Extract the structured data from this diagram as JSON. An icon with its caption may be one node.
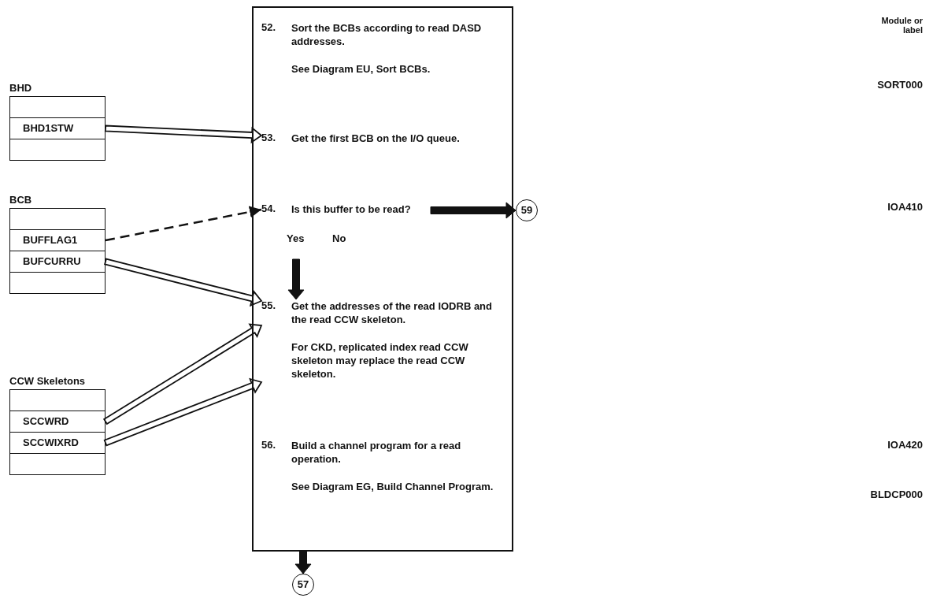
{
  "diagram": {
    "nodes": [
      {
        "text": [
          "BHD"
        ]
      },
      {
        "text": [],
        "shape": "box",
        "in": 0
      },
      {
        "text": [
          "BHD1STW"
        ],
        "in": 0
      },
      {
        "text": [],
        "shape": "box",
        "in": 0
      },
      {
        "text": [
          "BCB"
        ]
      },
      {
        "text": [],
        "shape": "box",
        "in": 4
      },
      {
        "text": [
          "BUFFLAG1"
        ],
        "in": 4
      },
      {
        "text": [
          "BUFCURRU"
        ],
        "in": 4
      },
      {
        "text": [],
        "shape": "box",
        "in": 4
      },
      {
        "text": [
          "CCW Skeletons"
        ]
      },
      {
        "text": [],
        "shape": "box",
        "in": 9
      },
      {
        "text": [
          "SCCWRD"
        ],
        "in": 9
      },
      {
        "text": [
          "SCCWIXRD"
        ],
        "in": 9
      },
      {
        "text": [],
        "shape": "box",
        "in": 9
      },
      {
        "text": [],
        "shape": "box"
      },
      {
        "text": [
          "52.",
          "Sort the BCBs according to read DASD addresses.",
          "See Diagram EU, Sort BCBs."
        ],
        "in": 14
      },
      {
        "text": [
          "53.",
          "Get the first BCB on the I/O queue."
        ],
        "in": 14
      },
      {
        "text": [
          "54.",
          "Is this buffer to be read?"
        ],
        "in": 14
      },
      {
        "text": [
          "55.",
          "Get the addresses of the read IODRB and the read CCW skeleton.",
          "For CKD, replicated index read CCW skeleton may replace the read CCW skeleton."
        ],
        "in": 14
      },
      {
        "text": [
          "56.",
          "Build a channel program for a read operation.",
          "See Diagram EG, Build Channel Program."
        ],
        "in": 14
      },
      {
        "text": [
          "59"
        ]
      },
      {
        "text": [
          "57"
        ]
      }
    ],
    "edges": [
      {
        "from": 2,
        "to": 16,
        "arrow": "to"
      },
      {
        "from": 6,
        "to": 17,
        "arrow": "to",
        "style": "dashed"
      },
      {
        "from": 7,
        "to": 18,
        "arrow": "to"
      },
      {
        "from": 11,
        "to": 18,
        "arrow": "to"
      },
      {
        "from": 12,
        "to": 18,
        "arrow": "to"
      },
      {
        "from": 17,
        "to": 18,
        "arrow": "to",
        "style": "thick"
      },
      {
        "from": 17,
        "to": 20,
        "arrow": "to",
        "style": "thick"
      },
      {
        "from": 14,
        "to": 21,
        "arrow": "to",
        "style": "thick"
      }
    ],
    "labels": [
      "Module or label",
      "SORT000",
      "IOA410",
      "Yes",
      "No",
      "IOA420",
      "BLDCP000"
    ]
  }
}
